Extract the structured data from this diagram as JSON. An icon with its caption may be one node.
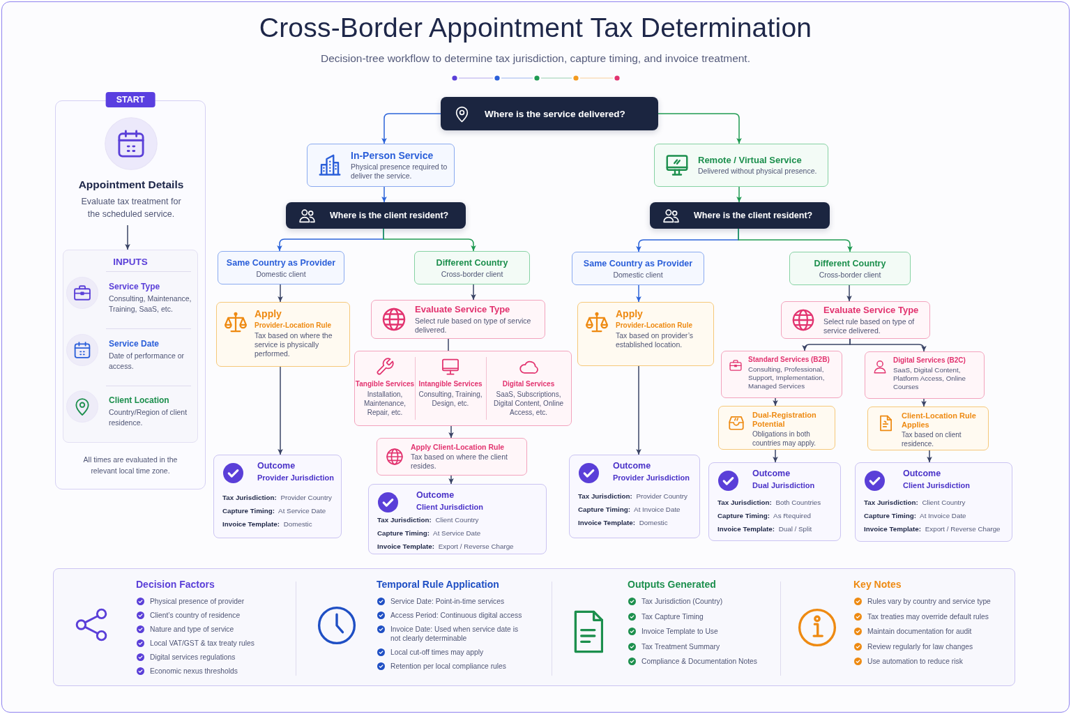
{
  "diagram": {
    "title": "Cross-Border Appointment Tax Determination",
    "nodes": [
      {
        "text": [
          "START",
          "All times are evaluated in the relevant local time zone."
        ]
      },
      {
        "text": [
          "Appointment Details",
          "Evaluate tax treatment for the scheduled service."
        ],
        "in": 0
      },
      {
        "text": [
          "INPUTS"
        ],
        "in": 0
      },
      {
        "text": [
          "Service Type",
          "Consulting, Maintenance, Training, SaaS, etc."
        ],
        "in": 2
      },
      {
        "text": [
          "Service Date",
          "Date of performance or access."
        ],
        "in": 2
      },
      {
        "text": [
          "Client Location",
          "Country/Region of client residence."
        ],
        "in": 2
      },
      {
        "text": [
          "Where is the service delivered?"
        ]
      },
      {
        "text": [
          "In-Person Service",
          "Physical presence required to deliver the service."
        ]
      },
      {
        "text": [
          "Remote / Virtual Service",
          "Delivered without physical presence."
        ]
      },
      {
        "text": [
          "Where is the client resident?"
        ]
      },
      {
        "text": [
          "Where is the client resident?"
        ]
      },
      {
        "text": [
          "Same Country as Provider",
          "Domestic client"
        ]
      },
      {
        "text": [
          "Different Country",
          "Cross-border client"
        ]
      },
      {
        "text": [
          "Same Country as Provider",
          "Domestic client"
        ]
      },
      {
        "text": [
          "Different Country",
          "Cross-border client"
        ]
      },
      {
        "text": [
          "Apply",
          "Provider-Location Rule",
          "Tax based on where the service is physically performed."
        ]
      },
      {
        "text": [
          "Evaluate Service Type",
          "Select rule based on type of service delivered."
        ]
      },
      {
        "text": [
          "Apply",
          "Provider-Location Rule",
          "Tax based on provider’s established location."
        ]
      },
      {
        "text": [
          "Evaluate Service Type",
          "Select rule based on type of service delivered."
        ]
      },
      {
        "text": [
          "Tangible Services",
          "Installation, Maintenance, Repair, etc.",
          "Intangible Services",
          "Consulting, Training, Design, etc.",
          "Digital Services",
          "SaaS, Subscriptions, Digital Content, Online Access, etc."
        ]
      },
      {
        "text": [
          "Standard Services (B2B)",
          "Consulting, Professional, Support, Implementation, Managed Services"
        ]
      },
      {
        "text": [
          "Digital Services (B2C)",
          "SaaS, Digital Content, Platform Access, Online Courses"
        ]
      },
      {
        "text": [
          "Dual-Registration Potential",
          "Obligations in both countries may apply."
        ]
      },
      {
        "text": [
          "Client-Location Rule Applies",
          "Tax based on client residence."
        ]
      },
      {
        "text": [
          "Apply Client-Location Rule",
          "Tax based on where the client resides."
        ]
      },
      {
        "text": [
          "Outcome",
          "Provider Jurisdiction",
          "**Tax Jurisdiction:** Provider Country",
          "**Capture Timing:** At Service Date",
          "**Invoice Template:** Domestic"
        ]
      },
      {
        "text": [
          "Outcome",
          "Client Jurisdiction",
          "**Tax Jurisdiction:** Client Country",
          "**Capture Timing:** At Service Date",
          "**Invoice Template:** Export / Reverse Charge"
        ]
      },
      {
        "text": [
          "Outcome",
          "Provider Jurisdiction",
          "**Tax Jurisdiction:** Provider Country",
          "**Capture Timing:** At Invoice Date",
          "**Invoice Template:** Domestic"
        ]
      },
      {
        "text": [
          "Outcome",
          "Dual Jurisdiction",
          "**Tax Jurisdiction:** Both Countries",
          "**Capture Timing:** As Required",
          "**Invoice Template:** Dual / Split"
        ]
      },
      {
        "text": [
          "Outcome",
          "Client Jurisdiction",
          "**Tax Jurisdiction:** Client Country",
          "**Capture Timing:** At Invoice Date",
          "**Invoice Template:** Export / Reverse Charge"
        ]
      },
      {
        "text": [],
        "shape": "box"
      },
      {
        "text": [
          "Decision Factors",
          "Physical presence of provider",
          "Client’s country of residence",
          "Nature and type of service",
          "Local VAT/GST & tax treaty rules",
          "Digital services regulations",
          "Economic nexus thresholds"
        ],
        "in": 30
      },
      {
        "text": [
          "Temporal Rule Application",
          "Service Date: Point-in-time services",
          "Access Period: Continuous digital access",
          "Invoice Date: Used when service date is not clearly determinable",
          "Local cut-off times may apply",
          "Retention per local compliance rules"
        ],
        "in": 30
      },
      {
        "text": [
          "Outputs Generated",
          "Tax Jurisdiction (Country)",
          "Tax Capture Timing",
          "Invoice Template to Use",
          "Tax Treatment Summary",
          "Compliance & Documentation Notes"
        ],
        "in": 30
      },
      {
        "text": [
          "Key Notes",
          "Rules vary by country and service type",
          "Tax treaties may override default rules",
          "Maintain documentation for audit",
          "Review regularly for law changes",
          "Use automation to reduce risk"
        ],
        "in": 30
      }
    ],
    "edges": [
      {
        "from": 1,
        "to": 2,
        "arrow": "to"
      },
      {
        "from": 6,
        "to": 7,
        "arrow": "to",
        "color": "#2b63d9"
      },
      {
        "from": 6,
        "to": 8,
        "arrow": "to",
        "color": "#1f9a52"
      },
      {
        "from": 7,
        "to": 9,
        "arrow": "to",
        "color": "#2b63d9"
      },
      {
        "from": 8,
        "to": 10,
        "arrow": "to",
        "color": "#1f9a52"
      },
      {
        "from": 9,
        "to": 11,
        "arrow": "to",
        "color": "#2b63d9"
      },
      {
        "from": 9,
        "to": 12,
        "arrow": "to",
        "color": "#1f9a52"
      },
      {
        "from": 10,
        "to": 13,
        "arrow": "to",
        "color": "#2b63d9"
      },
      {
        "from": 10,
        "to": 14,
        "arrow": "to",
        "color": "#1f9a52"
      },
      {
        "from": 11,
        "to": 15,
        "arrow": "to"
      },
      {
        "from": 12,
        "to": 16,
        "arrow": "to"
      },
      {
        "from": 13,
        "to": 17,
        "arrow": "to",
        "color": "#2b63d9"
      },
      {
        "from": 14,
        "to": 18,
        "arrow": "to"
      },
      {
        "from": 16,
        "to": 19,
        "arrow": "none"
      },
      {
        "from": 18,
        "to": 20,
        "arrow": "to"
      },
      {
        "from": 18,
        "to": 21,
        "arrow": "to"
      },
      {
        "from": 15,
        "to": 25,
        "arrow": "to"
      },
      {
        "from": 19,
        "to": 24,
        "arrow": "to"
      },
      {
        "from": 17,
        "to": 27,
        "arrow": "to"
      },
      {
        "from": 20,
        "to": 22,
        "arrow": "to"
      },
      {
        "from": 21,
        "to": 23,
        "arrow": "to"
      },
      {
        "from": 24,
        "to": 26,
        "arrow": "to"
      },
      {
        "from": 22,
        "to": 28,
        "arrow": "to"
      },
      {
        "from": 23,
        "to": 29,
        "arrow": "to"
      }
    ],
    "labels": [
      "Decision-tree workflow to determine tax jurisdiction, capture timing, and invoice treatment."
    ]
  }
}
